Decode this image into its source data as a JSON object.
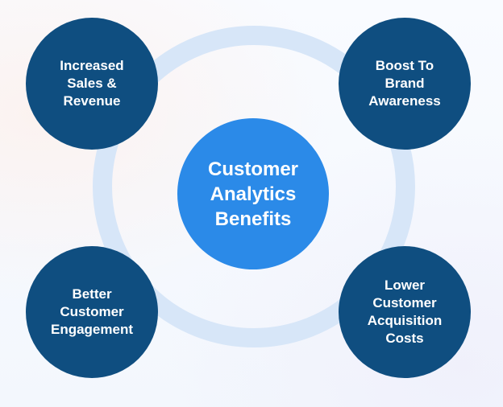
{
  "diagram": {
    "center": {
      "label": "Customer\nAnalytics\nBenefits"
    },
    "benefits": [
      {
        "label": "Increased\nSales &\nRevenue"
      },
      {
        "label": "Boost To\nBrand\nAwareness"
      },
      {
        "label": "Better\nCustomer\nEngagement"
      },
      {
        "label": "Lower\nCustomer\nAcquisition\nCosts"
      }
    ]
  },
  "colors": {
    "center_fill": "#2b8ae8",
    "node_fill": "#0f4e80",
    "ring": "#d7e6f8",
    "text": "#ffffff"
  }
}
